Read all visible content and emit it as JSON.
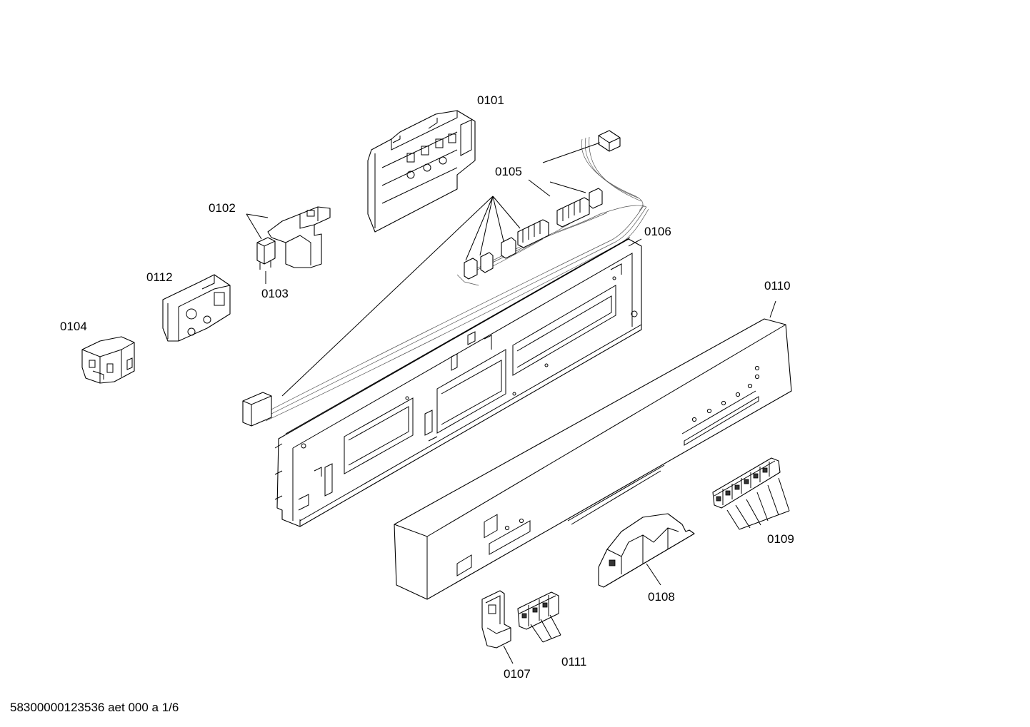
{
  "labels": {
    "p0101": "0101",
    "p0102": "0102",
    "p0103": "0103",
    "p0104": "0104",
    "p0105": "0105",
    "p0106": "0106",
    "p0107": "0107",
    "p0108": "0108",
    "p0109": "0109",
    "p0110": "0110",
    "p0111": "0111",
    "p0112": "0112"
  },
  "footer": "58300000123536 aet 000 a 1/6"
}
